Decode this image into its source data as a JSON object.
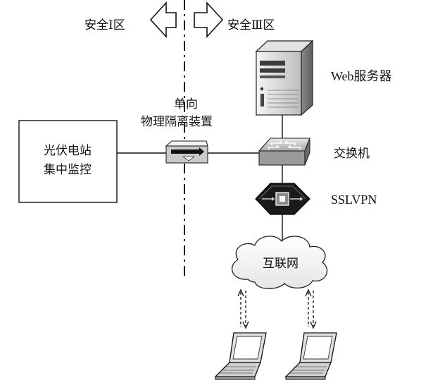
{
  "zones": {
    "left": "安全Ⅰ区",
    "right": "安全Ⅲ区"
  },
  "isolation_device": {
    "line1": "单向",
    "line2": "物理隔离装置"
  },
  "monitor_box": {
    "line1": "光伏电站",
    "line2": "集中监控"
  },
  "devices": {
    "server": "Web服务器",
    "switch": "交换机",
    "vpn": "SSLVPN",
    "internet": "互联网"
  },
  "colors": {
    "line": "#111111",
    "device_fill": "#d9d9d9",
    "vpn_fill": "#1a1a1a"
  }
}
